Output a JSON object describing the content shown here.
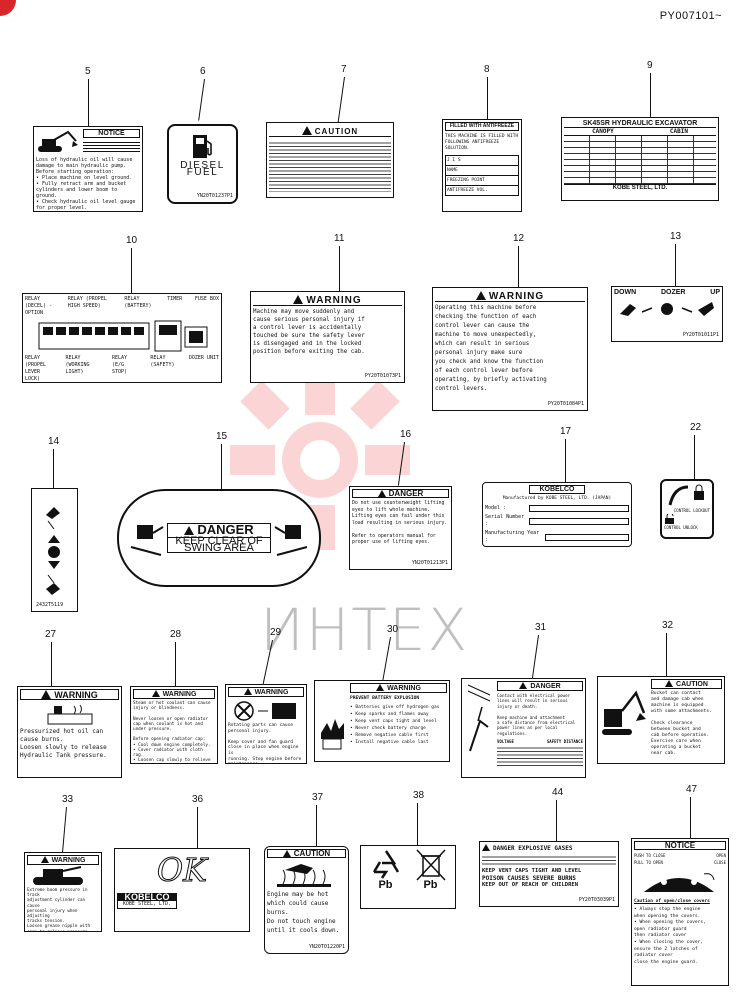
{
  "page_id": "PY007101~",
  "watermark": "ИНТЕХ",
  "callouts": [
    "5",
    "6",
    "7",
    "8",
    "9",
    "10",
    "11",
    "12",
    "13",
    "14",
    "15",
    "16",
    "17",
    "22",
    "27",
    "28",
    "29",
    "30",
    "31",
    "32",
    "33",
    "36",
    "37",
    "38",
    "44",
    "47"
  ],
  "labels": {
    "l5": {
      "title": "NOTICE",
      "body": "Loss of hydraulic oil will cause\ndamage to main hydraulic pump.\nBefore starting operation:\n• Place machine on level ground.\n• Fully retract arm and bucket\n  cylinders and lower boom to\n  ground.\n• Check hydraulic oil level gauge\n  for proper level."
    },
    "l6": {
      "line1": "DIESEL",
      "line2": "FUEL",
      "code": "YN20T01237P1"
    },
    "l7": {
      "title": "CAUTION"
    },
    "l8": {
      "title": "FILLED WITH ANTIFREEZE",
      "body": "THIS MACHINE IS FILLED WITH\nFOLLOWING ANTIFREEZE SOLUTION.",
      "rows": [
        "J I S",
        "NAME",
        "FREEZING POINT",
        "ANTIFREEZE VOL."
      ]
    },
    "l9": {
      "title": "SK45SR HYDRAULIC EXCAVATOR",
      "col_a": "CANOPY",
      "col_b": "CABIN",
      "footer": "KOBE STEEL, LTD."
    },
    "l10": {
      "labels": [
        "RELAY (DECEL) -OPTION",
        "RELAY (PROPEL HIGH SPEED)",
        "RELAY (BATTERY)",
        "TIMER",
        "FUSE BOX",
        "RELAY (PROPEL LEVER LOCK)",
        "RELAY (WORKING LIGHT)",
        "RELAY (E/G STOP)",
        "RELAY (SAFETY)",
        "DOZER UNIT"
      ]
    },
    "l11": {
      "title": "WARNING",
      "body": "Machine may move suddenly and\ncause serious personal injury if\na control lever is accidentally\ntouched be sure the safety lever\nis disengaged and in the locked\nposition before exiting the cab.",
      "code": "PY20T01073P1"
    },
    "l12": {
      "title": "WARNING",
      "body": "Operating this machine before\nchecking the function of each\ncontrol lever can cause the\nmachine to move unexpectedly,\nwhich can result in serious\npersonal injury make sure\nyou check and know the function\nof each control lever before\noperating, by briefly activating\ncontrol levers.",
      "code": "PY20T01084P1"
    },
    "l13": {
      "down": "DOWN",
      "dozer": "DOZER",
      "up": "UP",
      "code": "PY20T01011P1"
    },
    "l14": {
      "code": "2432T5119"
    },
    "l15": {
      "title": "DANGER",
      "line1": "KEEP CLEAR OF",
      "line2": "SWING AREA"
    },
    "l16": {
      "title": "DANGER",
      "body": "Do not use counterweight lifting\neyes to lift whole machine.\nLifting eyes can fail under this\nload resulting in serious injury.\n\nRefer to operators manual for\nproper use of lifting eyes.",
      "code": "YN20T01213P1"
    },
    "l17": {
      "brand": "KOBELCO",
      "maker": "Manufactured by KOBE STEEL, LTD. (JAPAN)",
      "f1": "Model :",
      "f2": "Serial Number :",
      "f3": "Manufacturing Year :"
    },
    "l22": {
      "label1": "CONTROL LOCKOUT",
      "label2": "CONTROL UNLOCK"
    },
    "l27": {
      "title": "WARNING",
      "body": "Pressurized hot oil can\ncause burns.\nLoosen slowly to release\nHydraulic Tank pressure."
    },
    "l28": {
      "title": "WARNING",
      "body": "Steam or hot coolant can cause\ninjury or blindness.\n\nNever loosen or open radiator\ncap when coolant is hot and\nunder pressure.\n\nBefore opening radiator cap:\n• Cool down engine completely.\n• Cover radiator with cloth rag.\n• Loosen cap slowly to relieve\n  pressure."
    },
    "l29": {
      "title": "WARNING",
      "body": "Rotating parts can cause\npersonal injury.\n\nKeep cover and fan guard\nclose in place when engine is\nrunning. Stop engine before\nmaintenance."
    },
    "l30": {
      "title": "WARNING",
      "sub": "PREVENT BATTERY EXPLOSION",
      "body": "• Batteries give off hydrogen gas\n• Keep sparks and flames away\n• Keep vent caps tight and level\n• Never check battery charge\n• Remove negative cable first\n• Install negative cable last"
    },
    "l31": {
      "title": "DANGER",
      "body": "Contact with electrical power\nlines will result in serious\ninjury or death.\n\nKeep machine and attachment\na safe distance from electrical\npower lines as per local\nregulations.",
      "head_a": "VOLTAGE",
      "head_b": "SAFETY DISTANCE"
    },
    "l32": {
      "title": "CAUTION",
      "body": "Bucket can contact\nand damage cab when\nmachine is equipped\nwith some attachments.\n\nCheck clearance\nbetween bucket and\ncab before operation.\nExercise care when\noperating a bucket\nnear cab."
    },
    "l33": {
      "title": "WARNING",
      "body": "Extreme boom pressure in track\nadjustment cylinder can cause\npersonal injury when adjusting\ntracks tension.\nLoosen grease nipple with\ncare to relieve pressure."
    },
    "l36": {
      "script": "OK",
      "brand": "KOBELCO",
      "sub": "KOBE STEEL, LTD."
    },
    "l37": {
      "title": "CAUTION",
      "body": "Engine may be hot\nwhich could cause\nburns.\nDo not touch engine\nuntil it cools down.",
      "code": "YN20T01220P1"
    },
    "l38": {
      "pb1": "Pb",
      "pb2": "Pb"
    },
    "l44": {
      "title": "DANGER EXPLOSIVE GASES",
      "line1": "KEEP VENT CAPS TIGHT AND LEVEL",
      "line2": "POISON CAUSES SEVERE BURNS",
      "line3": "KEEP OUT OF REACH OF CHILDREN",
      "code": "PY20T03039P1"
    },
    "l47": {
      "title": "NOTICE",
      "push": "PUSH TO CLOSE",
      "pull": "PULL TO OPEN",
      "open": "OPEN",
      "close": "CLOSE",
      "sub": "Caution of open/close covers",
      "body": "• Always stop the engine\n  when opening the covers.\n• When opening the covers,\n  open radiator guard\n  then radiator cover\n• When closing the cover,\n  ensure the 2 latches of\n  radiator cover\n  close the engine guard."
    }
  }
}
